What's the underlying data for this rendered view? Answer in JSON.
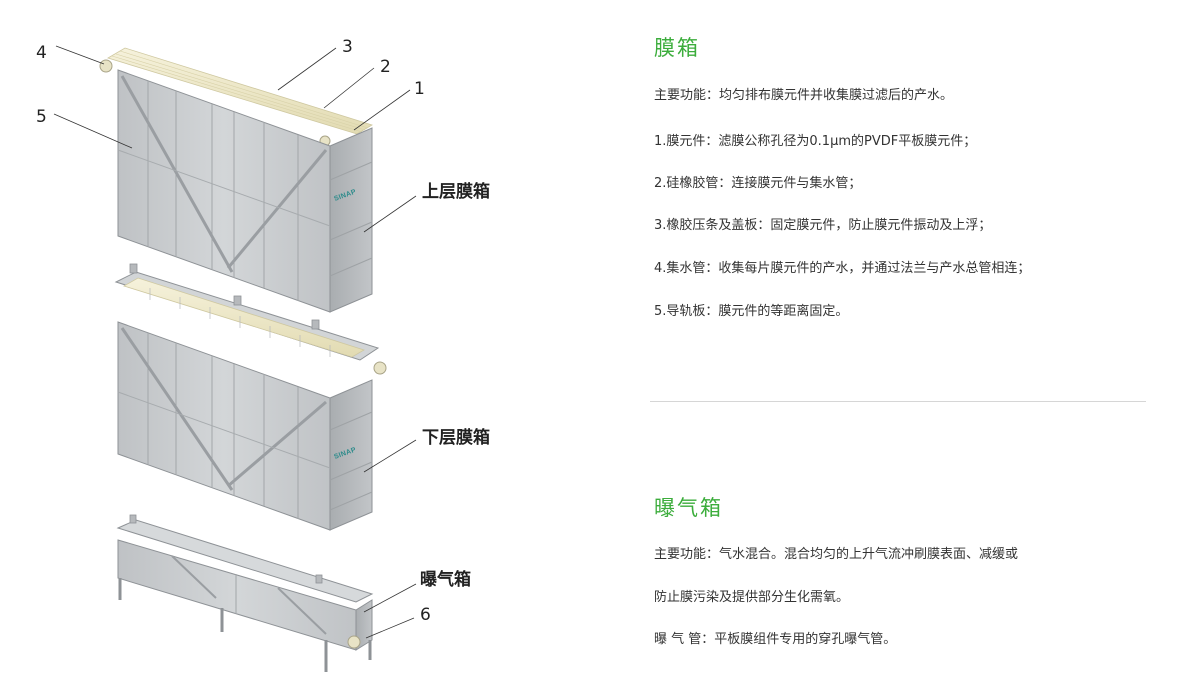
{
  "diagram": {
    "callouts": [
      "4",
      "3",
      "2",
      "1",
      "5",
      "6"
    ],
    "labels": {
      "upper": "上层膜箱",
      "lower": "下层膜箱",
      "aeration": "曝气箱"
    },
    "brand": "SINAP"
  },
  "membrane_box": {
    "title": "膜箱",
    "lines": [
      "主要功能：均匀排布膜元件并收集膜过滤后的产水。",
      "1.膜元件：滤膜公称孔径为0.1μm的PVDF平板膜元件；",
      "2.硅橡胶管：连接膜元件与集水管；",
      "3.橡胶压条及盖板：固定膜元件，防止膜元件振动及上浮；",
      "4.集水管：收集每片膜元件的产水，并通过法兰与产水总管相连；",
      "5.导轨板：膜元件的等距离固定。"
    ]
  },
  "aeration_box": {
    "title": "曝气箱",
    "lines": [
      "主要功能：气水混合。混合均匀的上升气流冲刷膜表面、减缓或",
      "防止膜污染及提供部分生化需氧。",
      "曝  气  管：平板膜组件专用的穿孔曝气管。"
    ]
  },
  "colors": {
    "accent": "#3cad3c",
    "text": "#333333",
    "divider": "#d6d6d6",
    "steel": "#c9ccce",
    "membrane_tube": "#ece6c4"
  }
}
